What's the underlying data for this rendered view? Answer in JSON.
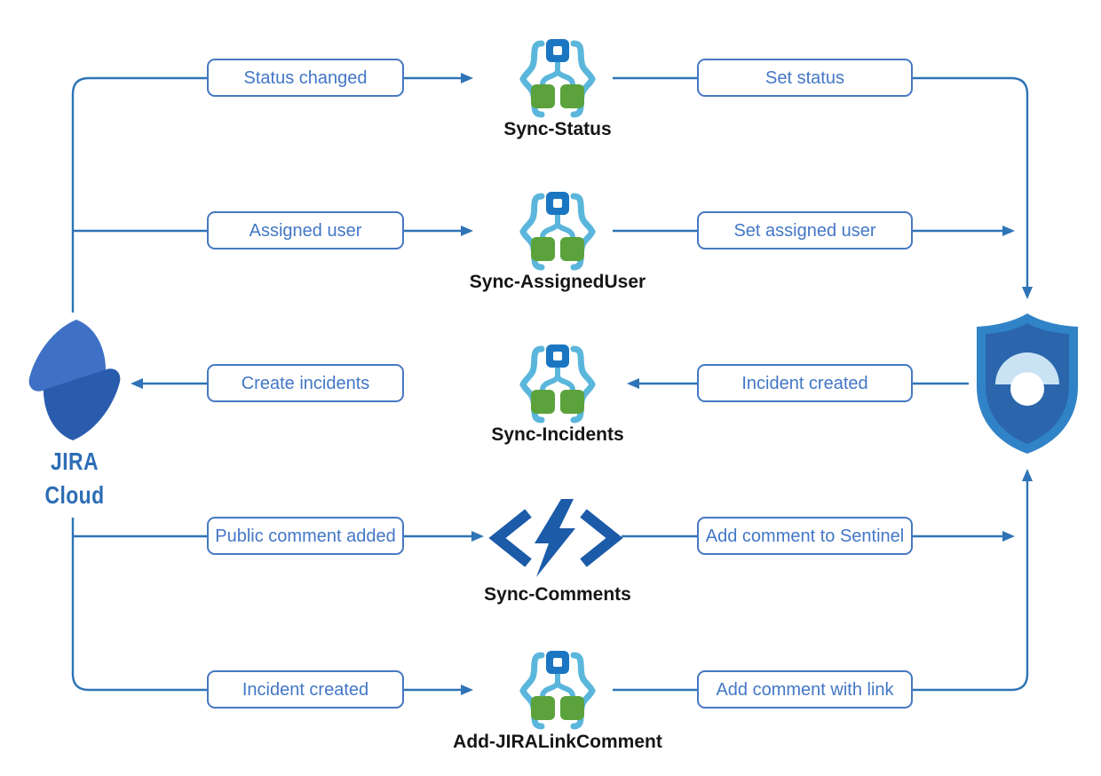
{
  "jira": {
    "line1": "JIRA",
    "line2": "Cloud"
  },
  "rows": [
    {
      "left": "Status changed",
      "node": "Sync-Status",
      "right": "Set status",
      "icon": "logic-app-icon"
    },
    {
      "left": "Assigned user",
      "node": "Sync-AssignedUser",
      "right": "Set assigned user",
      "icon": "logic-app-icon"
    },
    {
      "left": "Create incidents",
      "node": "Sync-Incidents",
      "right": "Incident created",
      "icon": "logic-app-icon"
    },
    {
      "left": "Public comment added",
      "node": "Sync-Comments",
      "right": "Add comment to Sentinel",
      "icon": "azure-function-icon"
    },
    {
      "left": "Incident created",
      "node": "Add-JIRALinkComment",
      "right": "Add comment with link",
      "icon": "logic-app-icon"
    }
  ],
  "endpoints": {
    "left_icon": "jira-logo-icon",
    "right_icon": "sentinel-shield-icon"
  },
  "colors": {
    "line": "#2E74B6",
    "box_border": "#4678C2",
    "box_text": "#4377C6",
    "node_label": "#151515",
    "jira_text": "#2D6DB5",
    "jira_sail_light": "#3E71C5",
    "jira_sail_dark": "#2A5CAD",
    "logicapp_brace": "#5BB6DC",
    "logicapp_square": "#1B76C2",
    "logicapp_green": "#5BA23C",
    "function_blue": "#1C5BA8",
    "shield_rim": "#3183C8",
    "shield_body": "#2B66AC",
    "shield_gauge": "#C9E3F5"
  }
}
